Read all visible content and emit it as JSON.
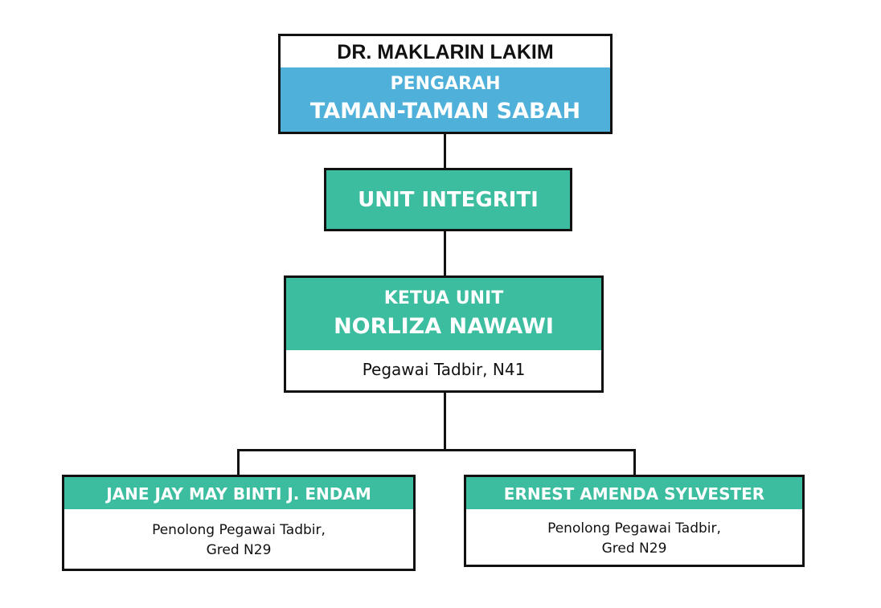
{
  "director": {
    "name": "DR. MAKLARIN LAKIM",
    "title_line1": "PENGARAH",
    "title_line2": "TAMAN-TAMAN SABAH"
  },
  "unit": {
    "name": "UNIT INTEGRITI"
  },
  "head": {
    "role": "KETUA UNIT",
    "name": "NORLIZA NAWAWI",
    "position": "Pegawai Tadbir, N41"
  },
  "staff": [
    {
      "name": "JANE JAY MAY BINTI J. ENDAM",
      "position_line1": "Penolong Pegawai Tadbir,",
      "position_line2": "Gred N29"
    },
    {
      "name": "ERNEST AMENDA SYLVESTER",
      "position_line1": "Penolong Pegawai Tadbir,",
      "position_line2": "Gred N29"
    }
  ],
  "colors": {
    "blue": "#4fb0da",
    "green": "#3dbd9f"
  }
}
